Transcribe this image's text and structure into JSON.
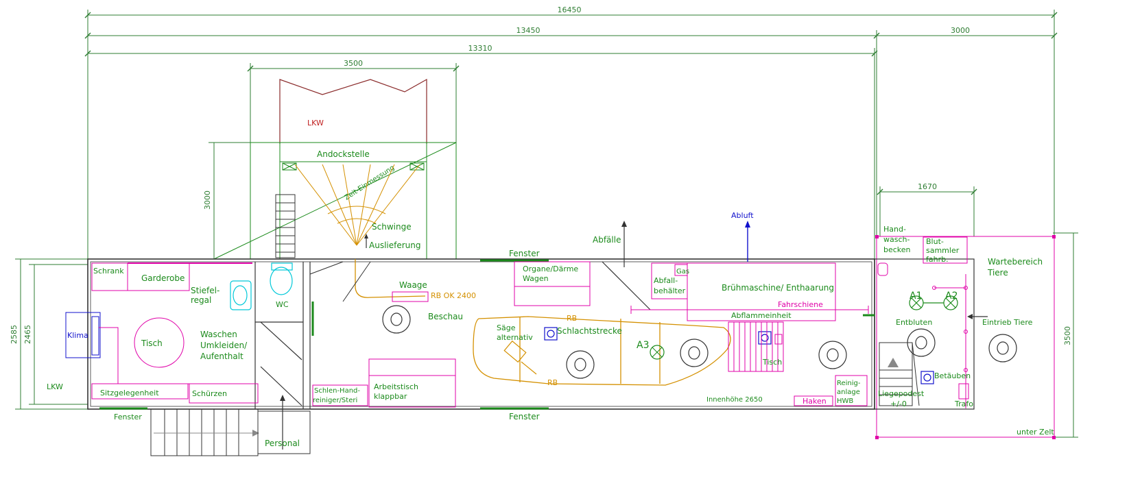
{
  "dimensions": {
    "total_length": "16450",
    "main_length": "13450",
    "right_length": "3000",
    "interior_length": "13310",
    "dock_width": "3500",
    "dock_depth": "3000",
    "receiving_width": "1670",
    "total_width": "2585",
    "interior_width": "2465",
    "right_depth": "3500"
  },
  "vehicle": {
    "truck": "LKW",
    "docking_station": "Andockstelle",
    "time_marker": "Zeit-Einmessung",
    "truck_side": "LKW",
    "swing": "Schwinge",
    "delivery": "Auslieferung"
  },
  "staff_area": {
    "cabinet": "Schrank",
    "wardrobe": "Garderobe",
    "boot_rack_1": "Stiefel-",
    "boot_rack_2": "regal",
    "table": "Tisch",
    "wash_1": "Waschen",
    "wash_2": "Umkleiden/",
    "wash_3": "Aufenthalt",
    "aircon": "Klima",
    "seating": "Sitzgelegenheit",
    "aprons": "Schürzen",
    "wc": "WC",
    "window_left": "Fenster",
    "staff_entry": "Personal",
    "shoe_cleaner_1": "Schlen-Hand-",
    "shoe_cleaner_2": "reiniger/Steri"
  },
  "process_area": {
    "scale": "Waage",
    "rail_label": "RB OK 2400",
    "inspection": "Beschau",
    "window_top": "Fenster",
    "organs_1": "Organe/Därme",
    "organs_2": "Wagen",
    "waste": "Abfälle",
    "saw_1": "Säge",
    "saw_2": "alternativ",
    "rb_top": "RB",
    "rb_bottom": "RB",
    "slaughter_line": "Schlachtstrecke",
    "a3": "A3",
    "worktable_1": "Arbeitstisch",
    "worktable_2": "klappbar",
    "window_bottom": "Fenster",
    "interior_height": "Innenhöhe 2650",
    "table_right": "Tisch",
    "hooks": "Haken",
    "cleaning_1": "Reinig-",
    "cleaning_2": "anlage",
    "cleaning_3": "HWB"
  },
  "treatment_area": {
    "exhaust": "Abluft",
    "gas": "Gas",
    "waste_bin_1": "Abfall-",
    "waste_bin_2": "behälter",
    "scalding": "Brühmaschine/ Enthaarung",
    "rail": "Fahrschiene",
    "singeing": "Abflammeinheit"
  },
  "receiving_area": {
    "handwash_1": "Hand-",
    "handwash_2": "wasch-",
    "handwash_3": "becken",
    "blood_1": "Blut-",
    "blood_2": "sammler",
    "blood_3": "fahrb.",
    "waiting_1": "Wartebereich",
    "waiting_2": "Tiere",
    "a1": "A1",
    "a2": "A2",
    "bleeding": "Entbluten",
    "animal_intake": "Eintrieb Tiere",
    "stunning": "Betäuben",
    "platform_1": "Liegepodest",
    "platform_2": "+/-0",
    "trafo": "Trafo",
    "tent": "unter Zelt"
  },
  "colors": {
    "outline": "#333333",
    "dimension": "#2e7d32",
    "label": "#1b8a1b",
    "equipment": "#e000a8",
    "conveyor": "#d49000",
    "machine": "#1010cc",
    "sanitary": "#00c8d8"
  }
}
